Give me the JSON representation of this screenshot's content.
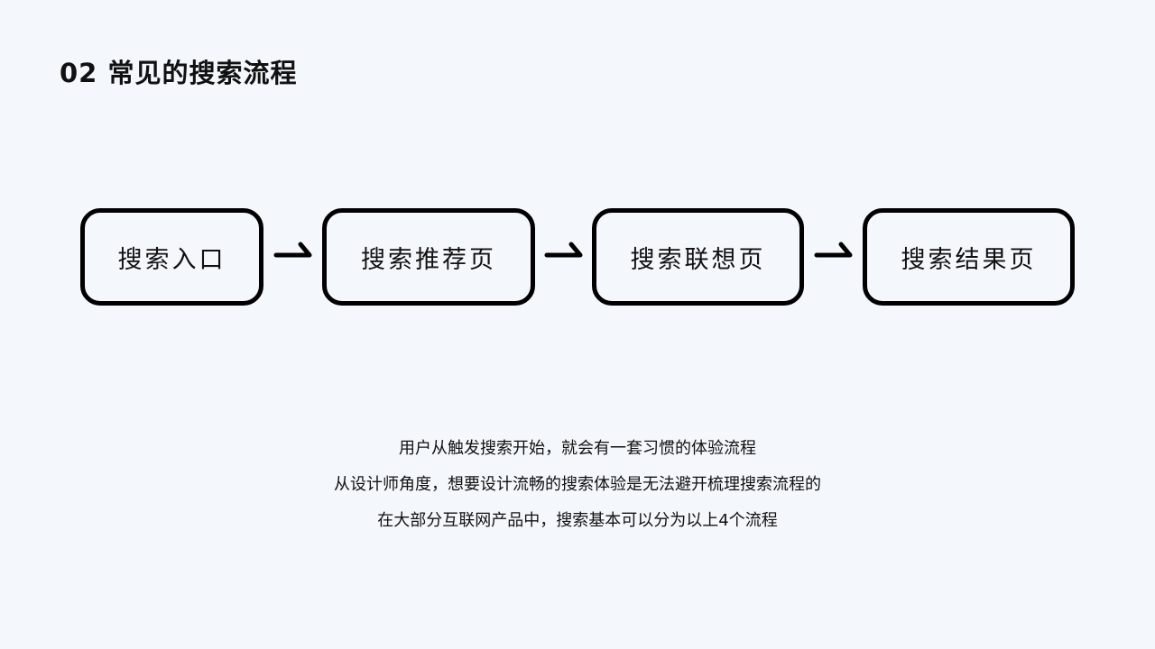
{
  "title": "02 常见的搜索流程",
  "steps": [
    "搜索入口",
    "搜索推荐页",
    "搜索联想页",
    "搜索结果页"
  ],
  "description": [
    "用户从触发搜索开始，就会有一套习惯的体验流程",
    "从设计师角度，想要设计流畅的搜索体验是无法避开梳理搜索流程的",
    "在大部分互联网产品中，搜索基本可以分为以上4个流程"
  ]
}
